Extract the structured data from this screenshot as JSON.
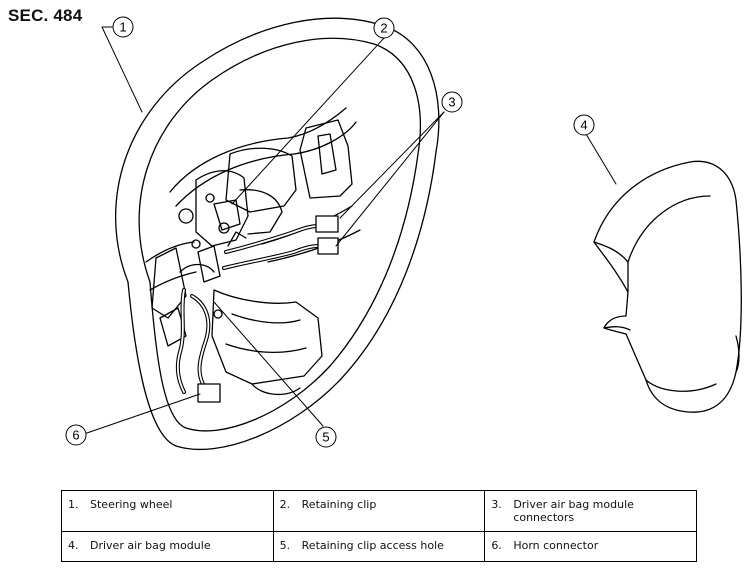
{
  "section_label": "SEC. 484",
  "callouts": [
    "1",
    "2",
    "3",
    "4",
    "5",
    "6"
  ],
  "legend": {
    "rows": [
      [
        {
          "num": "1.",
          "text": "Steering wheel"
        },
        {
          "num": "2.",
          "text": "Retaining clip"
        },
        {
          "num": "3.",
          "text": "Driver air bag module connectors"
        }
      ],
      [
        {
          "num": "4.",
          "text": "Driver air bag module"
        },
        {
          "num": "5.",
          "text": "Retaining clip access hole"
        },
        {
          "num": "6.",
          "text": "Horn connector"
        }
      ]
    ]
  },
  "colors": {
    "line": "#000000",
    "background": "#ffffff"
  }
}
